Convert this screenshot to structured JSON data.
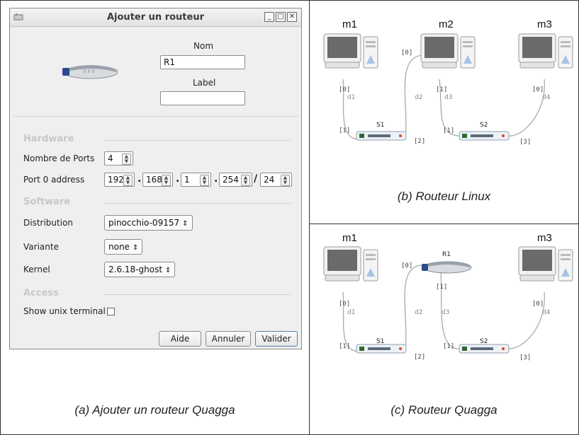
{
  "dialog": {
    "title": "Ajouter un routeur",
    "nom_label": "Nom",
    "nom_value": "R1",
    "label_label": "Label",
    "label_value": "",
    "hardware_section": "Hardware",
    "ports_label": "Nombre de Ports",
    "ports_value": "4",
    "address_label": "Port 0 address",
    "address_octets": [
      "192",
      "168",
      "1",
      "254"
    ],
    "address_dot": ".",
    "address_slash": "/",
    "address_prefix": "24",
    "software_section": "Software",
    "distribution_label": "Distribution",
    "distribution_value": "pinocchio-09157",
    "variante_label": "Variante",
    "variante_value": "none",
    "kernel_label": "Kernel",
    "kernel_value": "2.6.18-ghost",
    "access_section": "Access",
    "terminal_label": "Show unix terminal",
    "btn_aide": "Aide",
    "btn_annuler": "Annuler",
    "btn_valider": "Valider"
  },
  "captions": {
    "a": "(a) Ajouter un routeur Quagga",
    "b": "(b) Routeur Linux",
    "c": "(c) Routeur Quagga"
  },
  "diagram_b": {
    "machines": [
      "m1",
      "m2",
      "m3"
    ],
    "switches": [
      "S1",
      "S2"
    ],
    "cables": [
      "d1",
      "d2",
      "d3",
      "d4"
    ],
    "ports": {
      "m1": "[0]",
      "m2_left": "[0]",
      "m2_right": "[1]",
      "m3": "[0]",
      "s1_left": "[1]",
      "s1_right": "[2]",
      "s2_left": "[1]",
      "s2_right": "[3]"
    }
  },
  "diagram_c": {
    "machines": [
      "m1",
      "m3"
    ],
    "router": "R1",
    "switches": [
      "S1",
      "S2"
    ],
    "cables": [
      "d1",
      "d2",
      "d3",
      "d4"
    ],
    "ports": {
      "m1": "[0]",
      "r1_left": "[0]",
      "r1_bottom": "[1]",
      "m3": "[0]",
      "s1_left": "[1]",
      "s1_right": "[2]",
      "s2_left": "[1]",
      "s2_right": "[3]"
    }
  }
}
